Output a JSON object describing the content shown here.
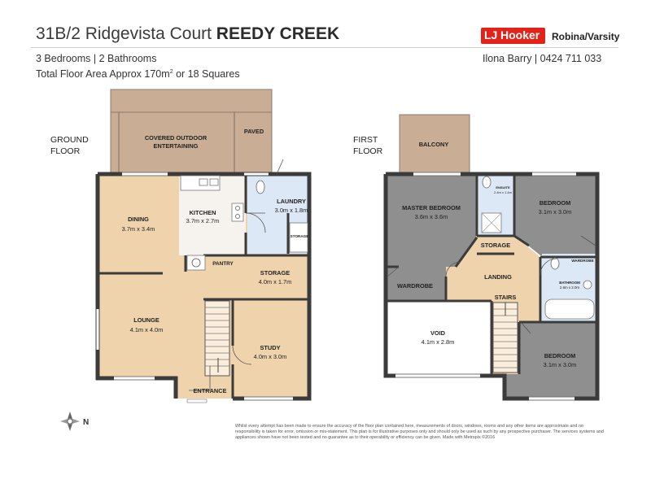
{
  "header": {
    "address": "31B/2 Ridgevista Court",
    "suburb": "REEDY CREEK",
    "bed_bath": "3 Bedrooms | 2 Bathrooms",
    "floor_area_prefix": "Total Floor Area Approx 170m",
    "floor_area_sup": "2",
    "floor_area_suffix": " or 18 Squares",
    "agent": "Ilona Barry | 0424 711 033"
  },
  "brand": {
    "lj": "LJ",
    "name": "Hooker",
    "office": "Robina/Varsity",
    "accent": "#e2231a"
  },
  "ground_floor": {
    "label_1": "GROUND",
    "label_2": "FLOOR",
    "rooms": {
      "outdoor_1": "COVERED OUTDOOR",
      "outdoor_2": "ENTERTAINING",
      "paved": "PAVED",
      "laundry": "LAUNDRY",
      "laundry_size": "3.0m x 1.8m",
      "kitchen": "KITCHEN",
      "kitchen_size": "3.7m x 2.7m",
      "dining": "DINING",
      "dining_size": "3.7m x 3.4m",
      "storage_small": "STORAGE",
      "pantry": "PANTRY",
      "storage": "STORAGE",
      "storage_size": "4.0m x 1.7m",
      "lounge": "LOUNGE",
      "lounge_size": "4.1m x 4.0m",
      "study": "STUDY",
      "study_size": "4.0m x 3.0m",
      "entrance": "ENTRANCE"
    }
  },
  "first_floor": {
    "label_1": "FIRST",
    "label_2": "FLOOR",
    "rooms": {
      "balcony": "BALCONY",
      "master": "MASTER BEDROOM",
      "master_size": "3.6m x 3.6m",
      "ensuite": "ENSUITE",
      "ensuite_size": "2.4m x 1.4m",
      "bedroom_a": "BEDROOM",
      "bedroom_a_size": "3.1m x 3.0m",
      "storage": "STORAGE",
      "wardrobe_small": "WARDROBE",
      "landing": "LANDING",
      "wardrobe": "WARDROBE",
      "bathroom": "BATHROOM",
      "bathroom_size": "2.6m x 2.0m",
      "stairs": "STAIRS",
      "void": "VOID",
      "void_size": "4.1m x 2.8m",
      "bedroom_b": "BEDROOM",
      "bedroom_b_size": "3.1m x 3.0m"
    }
  },
  "colors": {
    "living_area": "#efd3ad",
    "outdoor": "#c9ae95",
    "wet_area": "#dde8f7",
    "bedroom": "#8f8f8f",
    "wall": "#3b3b3b"
  },
  "compass": {
    "north": "N"
  },
  "disclaimer": "Whilst every attempt has been made to ensure the accuracy of the floor plan contained here, measurements of doors, windows, rooms and any other items are approximate and no responsibility is taken for error, omission or mis-statement. This plan is for illustrative purposes only and should only be used as such by any prospective purchaser. The services systems and appliances shown have not been tested and no guarantee as to their operability or efficiency can be given. Made with Metropix ©2016"
}
